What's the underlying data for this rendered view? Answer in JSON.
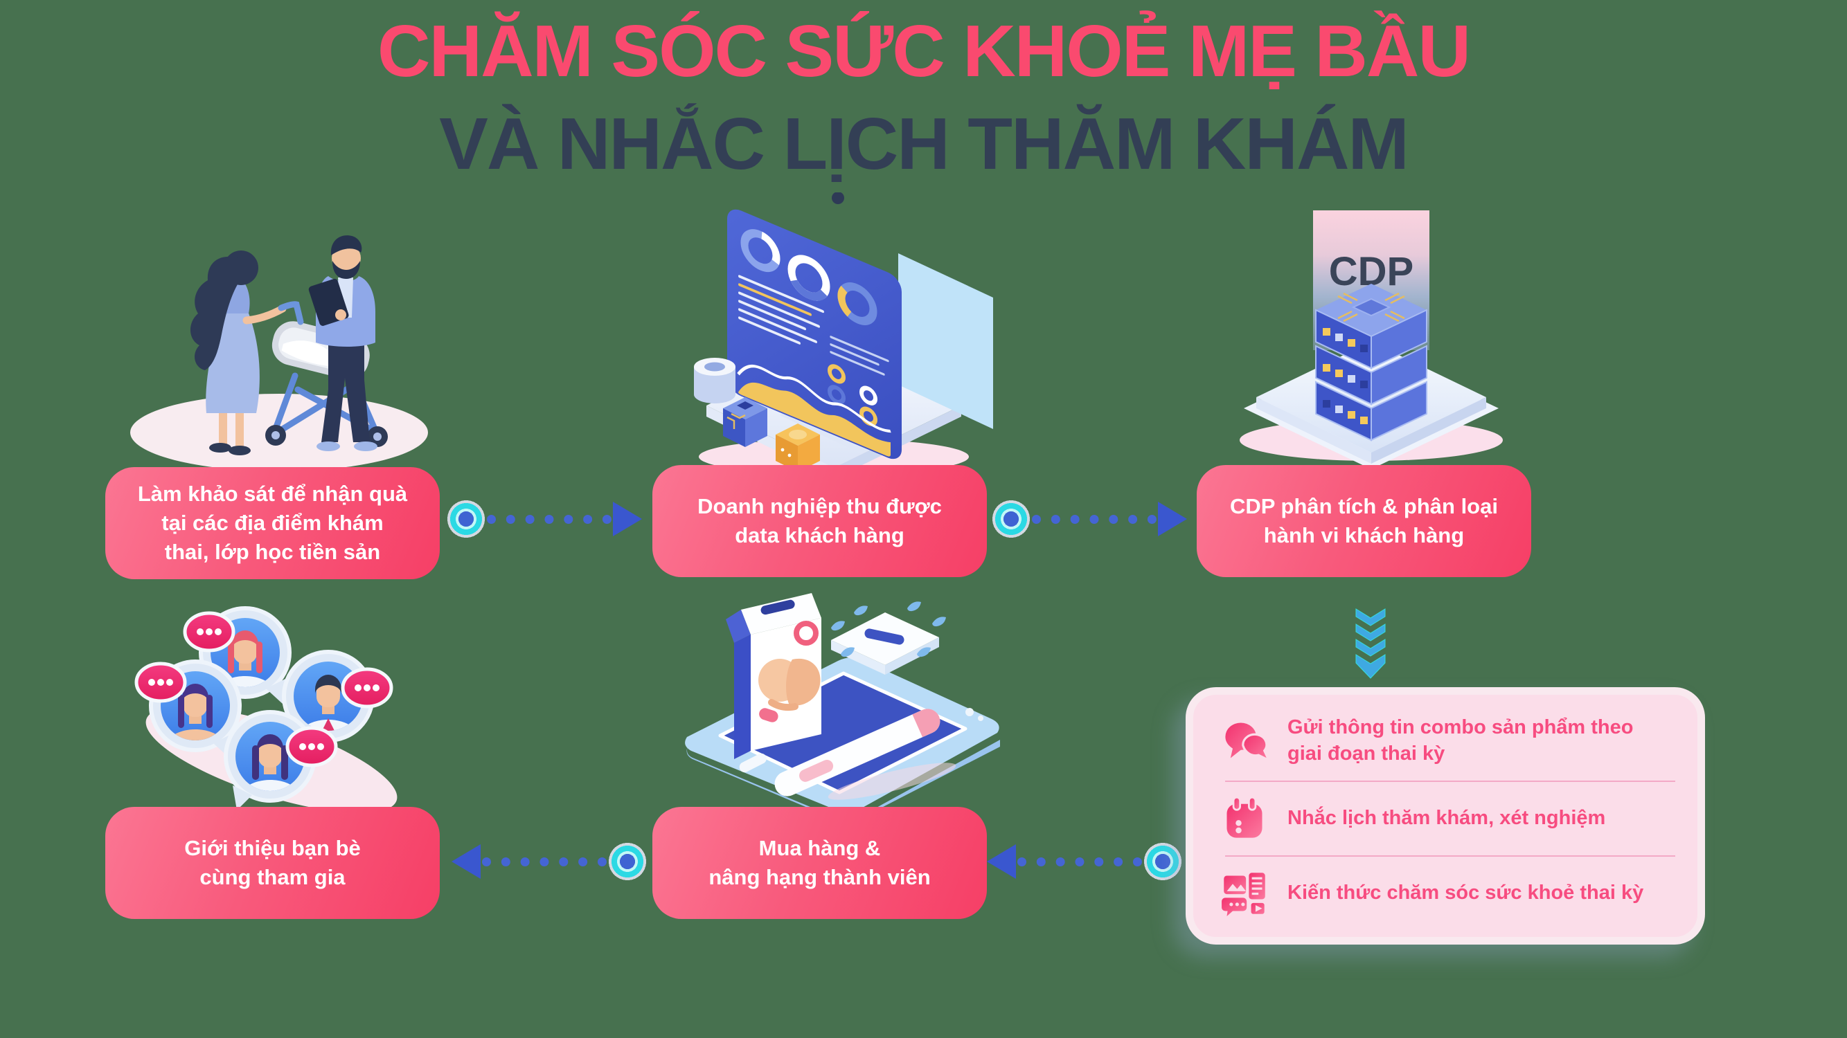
{
  "title": {
    "line1": "CHĂM SÓC SỨC KHOẺ MẸ BẦU",
    "line2": "VÀ NHẮC LỊCH THĂM KHÁM"
  },
  "steps": {
    "survey": "Làm khảo sát để nhận quà\ntại các địa điểm khám\nthai, lớp học tiền sản",
    "collect_data": "Doanh nghiệp thu được\ndata khách hàng",
    "cdp_analyze": "CDP phân tích & phân loại\nhành vi khách hàng",
    "purchase": "Mua hàng &\nnâng hạng thành viên",
    "referral": "Giới thiệu bạn bè\ncùng tham gia"
  },
  "cdp_banner_label": "CDP",
  "panel": {
    "items": [
      {
        "icon": "chat-bubbles-icon",
        "text": "Gửi thông tin combo sản phẩm theo\ngiai đoạn thai kỳ"
      },
      {
        "icon": "calendar-icon",
        "text": "Nhắc lịch thăm khám, xét nghiệm"
      },
      {
        "icon": "content-media-icon",
        "text": "Kiến thức chăm sóc sức khoẻ thai kỳ"
      }
    ]
  },
  "arrows": {
    "flow_top": "left-to-right",
    "flow_bottom": "right-to-left",
    "down_connector": "chevrons-down"
  },
  "colors": {
    "background": "#47714f",
    "title_pink": "#fa4a6f",
    "title_navy": "#333f55",
    "box_gradient_start": "#fb7693",
    "box_gradient_end": "#f63f66",
    "arrow_blue": "#4565d4",
    "target_cyan": "#2bd9e4",
    "chevron_blue": "#3fa9e2",
    "panel_background": "#fbdde9",
    "panel_text_pink": "#f74c80"
  }
}
